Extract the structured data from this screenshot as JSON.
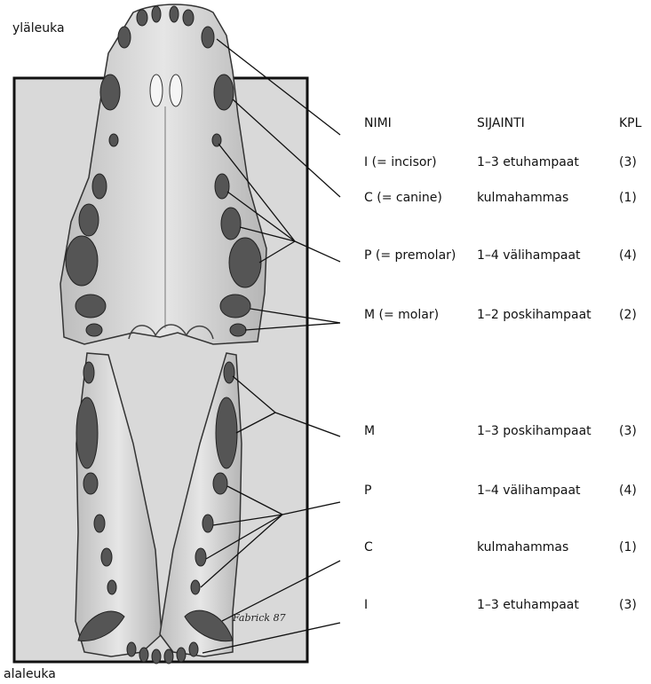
{
  "jaw_labels": {
    "upper": "yläleuka",
    "lower": "alaleuka"
  },
  "headers": {
    "name": "NIMI",
    "location": "SIJAINTI",
    "count": "KPL"
  },
  "upper_rows": [
    {
      "name": "I (= incisor)",
      "location": "1–3 etuhampaat",
      "count": "(3)"
    },
    {
      "name": "C (= canine)",
      "location": "kulmahammas",
      "count": "(1)"
    },
    {
      "name": "P (= premolar)",
      "location": "1–4 välihampaat",
      "count": "(4)"
    },
    {
      "name": "M (= molar)",
      "location": "1–2 poskihampaat",
      "count": "(2)"
    }
  ],
  "lower_rows": [
    {
      "name": "M",
      "location": "1–3 poskihampaat",
      "count": "(3)"
    },
    {
      "name": "P",
      "location": "1–4 välihampaat",
      "count": "(4)"
    },
    {
      "name": "C",
      "location": "kulmahammas",
      "count": "(1)"
    },
    {
      "name": "I",
      "location": "1–3 etuhampaat",
      "count": "(3)"
    }
  ],
  "signature": "Fabrick 87"
}
